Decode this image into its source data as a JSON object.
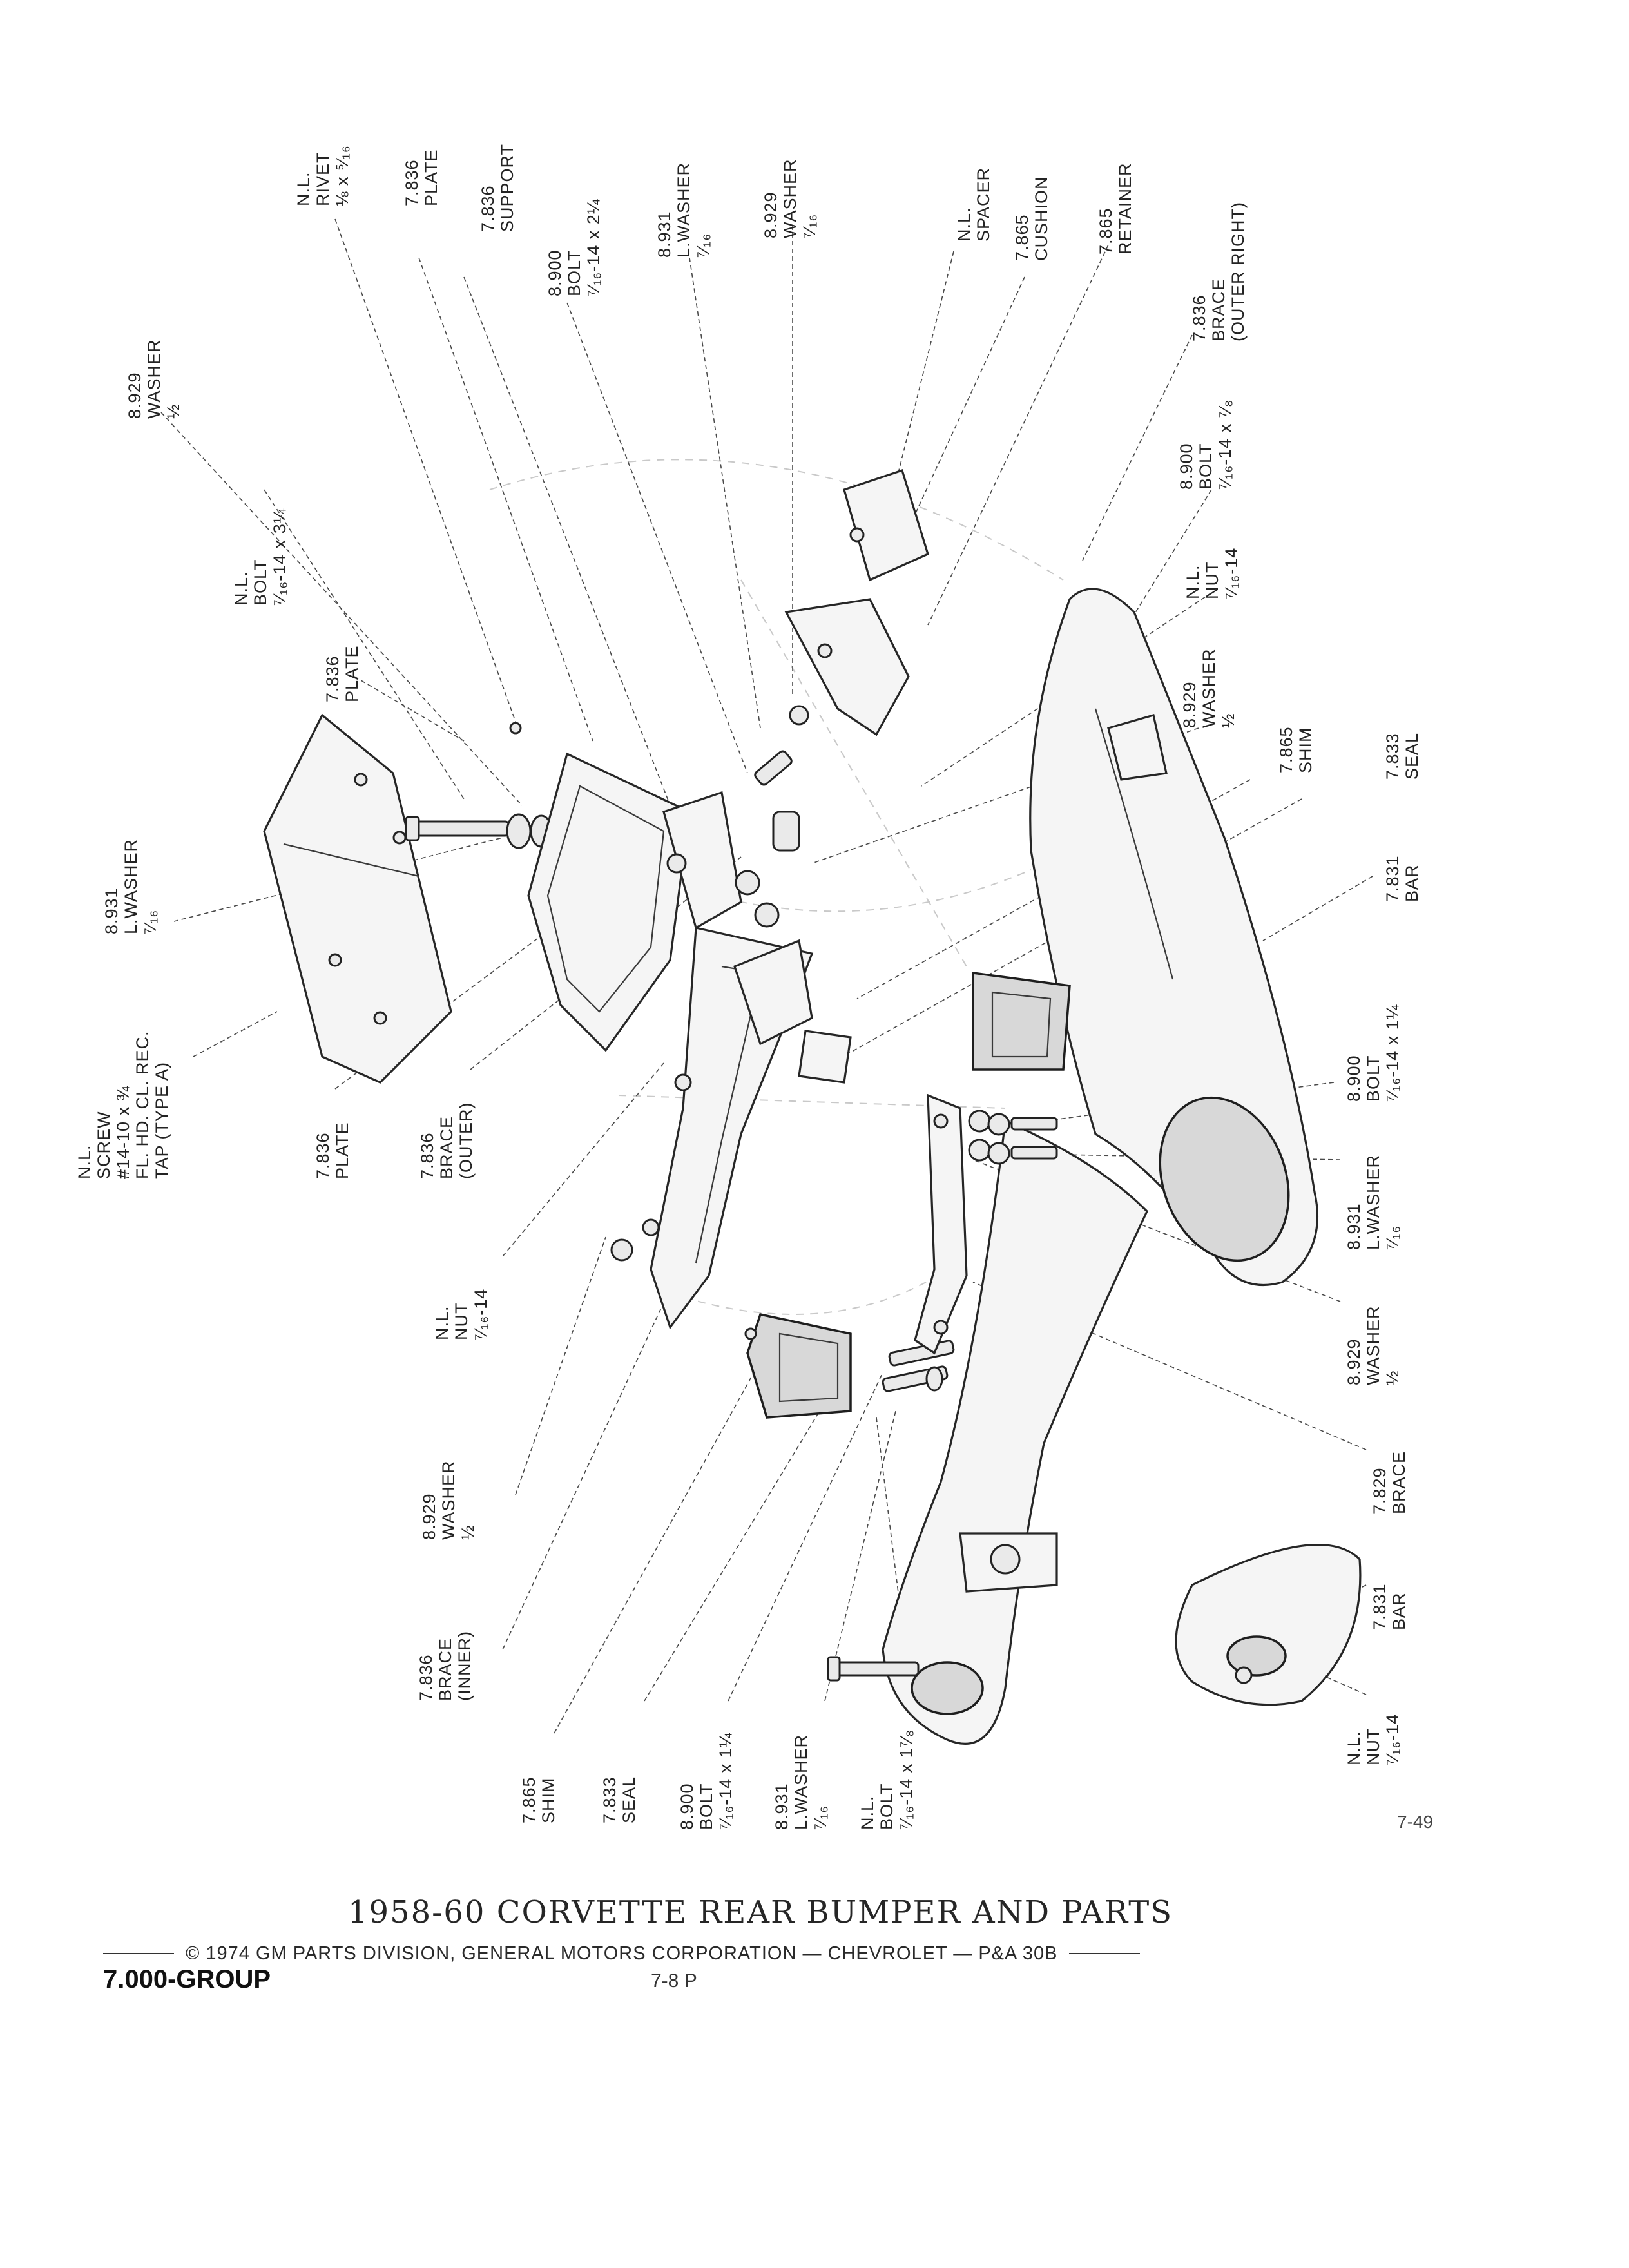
{
  "title": "1958-60 CORVETTE REAR BUMPER AND PARTS",
  "copyright": "© 1974 GM PARTS DIVISION, GENERAL MOTORS CORPORATION — CHEVROLET — P&A 30B",
  "group_code": "7.000-GROUP",
  "page_number": "7-8  P",
  "figure_number": "7-49",
  "part_labels": [
    [
      "N.L.",
      "RIVET",
      "⅛ x ⁵⁄₁₆"
    ],
    [
      "7.836",
      "PLATE"
    ],
    [
      "7.836",
      "SUPPORT"
    ],
    [
      "8.900",
      "BOLT",
      "⁷⁄₁₆-14 x 2¼"
    ],
    [
      "8.931",
      "L.WASHER",
      "⁷⁄₁₆"
    ],
    [
      "8.929",
      "WASHER",
      "⁷⁄₁₆"
    ],
    [
      "N.L.",
      "SPACER"
    ],
    [
      "7.865",
      "CUSHION"
    ],
    [
      "7.865",
      "RETAINER"
    ],
    [
      "7.836",
      "BRACE",
      "(OUTER RIGHT)"
    ],
    [
      "8.929",
      "WASHER",
      "½"
    ],
    [
      "N.L.",
      "BOLT",
      "⁷⁄₁₆-14 x 3¼"
    ],
    [
      "7.836",
      "PLATE"
    ],
    [
      "8.931",
      "L.WASHER",
      "⁷⁄₁₆"
    ],
    [
      "N.L.",
      "SCREW",
      "#14-10 x ¾",
      "FL. HD. CL. REC.",
      "TAP (TYPE A)"
    ],
    [
      "7.836",
      "PLATE"
    ],
    [
      "7.836",
      "BRACE",
      "(OUTER)"
    ],
    [
      "N.L.",
      "NUT",
      "⁷⁄₁₆-14"
    ],
    [
      "8.929",
      "WASHER",
      "½"
    ],
    [
      "7.836",
      "BRACE",
      "(INNER)"
    ],
    [
      "7.865",
      "SHIM"
    ],
    [
      "7.833",
      "SEAL"
    ],
    [
      "8.900",
      "BOLT",
      "⁷⁄₁₆-14 x 1¼"
    ],
    [
      "8.931",
      "L.WASHER",
      "⁷⁄₁₆"
    ],
    [
      "N.L.",
      "BOLT",
      "⁷⁄₁₆-14 x 1⁷⁄₈"
    ],
    [
      "8.900",
      "BOLT",
      "⁷⁄₁₆-14 x ⁷⁄₈"
    ],
    [
      "N.L.",
      "NUT",
      "⁷⁄₁₆-14"
    ],
    [
      "8.929",
      "WASHER",
      "½"
    ],
    [
      "7.865",
      "SHIM"
    ],
    [
      "7.833",
      "SEAL"
    ],
    [
      "7.831",
      "BAR"
    ],
    [
      "8.900",
      "BOLT",
      "⁷⁄₁₆-14 x 1¼"
    ],
    [
      "8.931",
      "L.WASHER",
      "⁷⁄₁₆"
    ],
    [
      "8.929",
      "WASHER",
      "½"
    ],
    [
      "7.829",
      "BRACE"
    ],
    [
      "7.831",
      "BAR"
    ],
    [
      "N.L.",
      "NUT",
      "⁷⁄₁₆-14"
    ]
  ]
}
